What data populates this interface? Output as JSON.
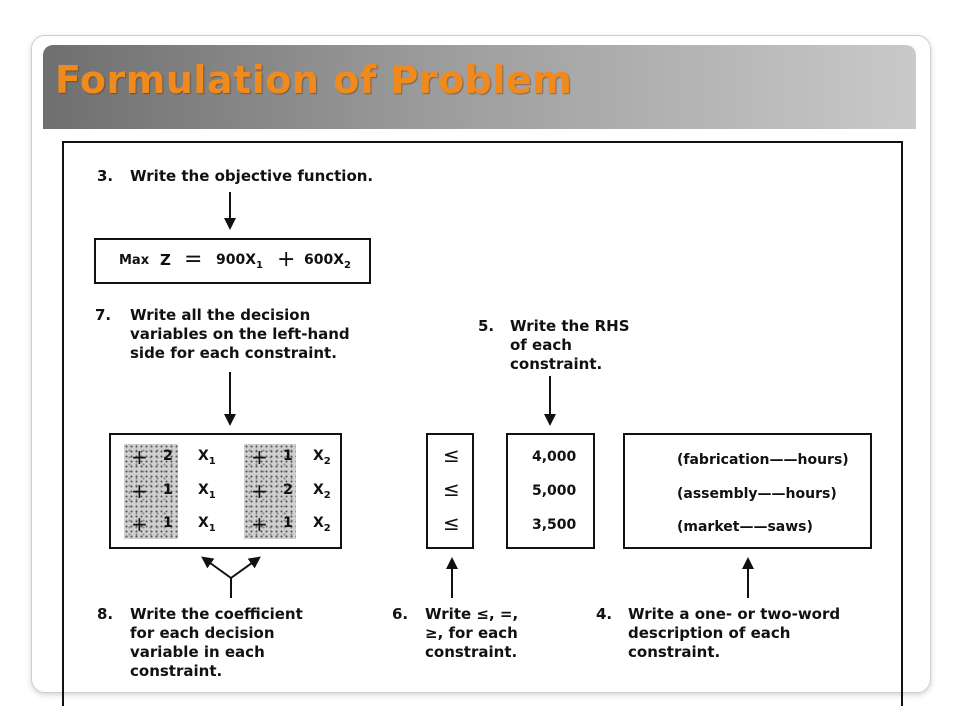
{
  "title": "Formulation of Problem",
  "steps": {
    "s3": {
      "num": "3.",
      "text": "Write the objective function."
    },
    "s7": {
      "num": "7.",
      "text": "Write all the decision\nvariables on the left-hand\nside for each constraint."
    },
    "s5": {
      "num": "5.",
      "text": "Write the RHS\nof each\nconstraint."
    },
    "s8": {
      "num": "8.",
      "text": "Write the coefficient\nfor each decision\nvariable in each\nconstraint."
    },
    "s6": {
      "num": "6.",
      "text": "Write ≤, =,\n≥, for each\nconstraint."
    },
    "s4": {
      "num": "4.",
      "text": "Write a one- or two-word\ndescription of each\nconstraint."
    }
  },
  "objective": {
    "max": "Max",
    "z": "Z",
    "eq": "=",
    "c1": "900X",
    "sub1": "1",
    "plus": "+",
    "c2": "600X",
    "sub2": "2"
  },
  "constraints": [
    {
      "sign1": "+",
      "coef1": "2",
      "var1": "X",
      "var1sub": "1",
      "sign2": "+",
      "coef2": "1",
      "var2": "X",
      "var2sub": "2",
      "rel": "≤",
      "rhs": "4,000",
      "desc": "(fabrication——hours)"
    },
    {
      "sign1": "+",
      "coef1": "1",
      "var1": "X",
      "var1sub": "1",
      "sign2": "+",
      "coef2": "2",
      "var2": "X",
      "var2sub": "2",
      "rel": "≤",
      "rhs": "5,000",
      "desc": "(assembly——hours)"
    },
    {
      "sign1": "+",
      "coef1": "1",
      "var1": "X",
      "var1sub": "1",
      "sign2": "+",
      "coef2": "1",
      "var2": "X",
      "var2sub": "2",
      "rel": "≤",
      "rhs": "3,500",
      "desc": "(market——saws)"
    }
  ],
  "colors": {
    "title": "#f08a1c",
    "title_bar_dark": "#6f6f6f",
    "title_bar_light": "#c9c9c9"
  }
}
